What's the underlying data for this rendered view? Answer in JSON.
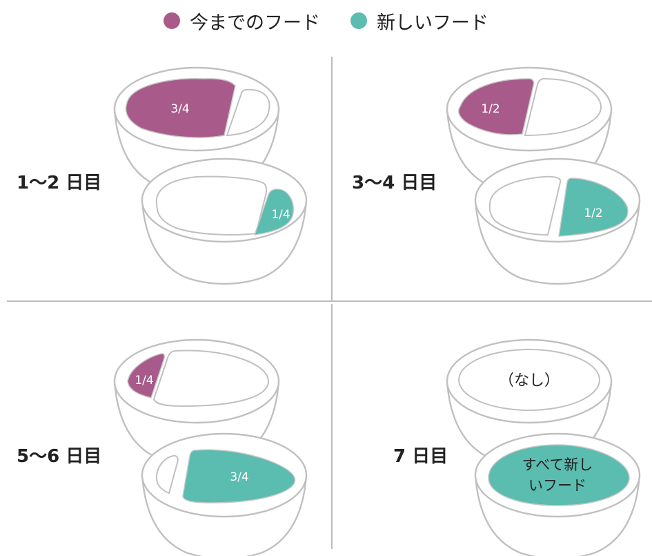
{
  "legend": {
    "old_label": "今までのフード",
    "new_label": "新しいフード",
    "old_color": "#a85b8a",
    "new_color": "#5bbcb0"
  },
  "panels": [
    {
      "day_label": "1〜2 日目",
      "old_portion": "3/4",
      "new_portion": "1/4"
    },
    {
      "day_label": "3〜4 日目",
      "old_portion": "1/2",
      "new_portion": "1/2"
    },
    {
      "day_label": "5〜6 日目",
      "old_portion": "1/4",
      "new_portion": "3/4"
    },
    {
      "day_label": "7 日目",
      "old_portion": "（なし）",
      "new_portion_line1": "すべて新し",
      "new_portion_line2": "いフード"
    }
  ]
}
